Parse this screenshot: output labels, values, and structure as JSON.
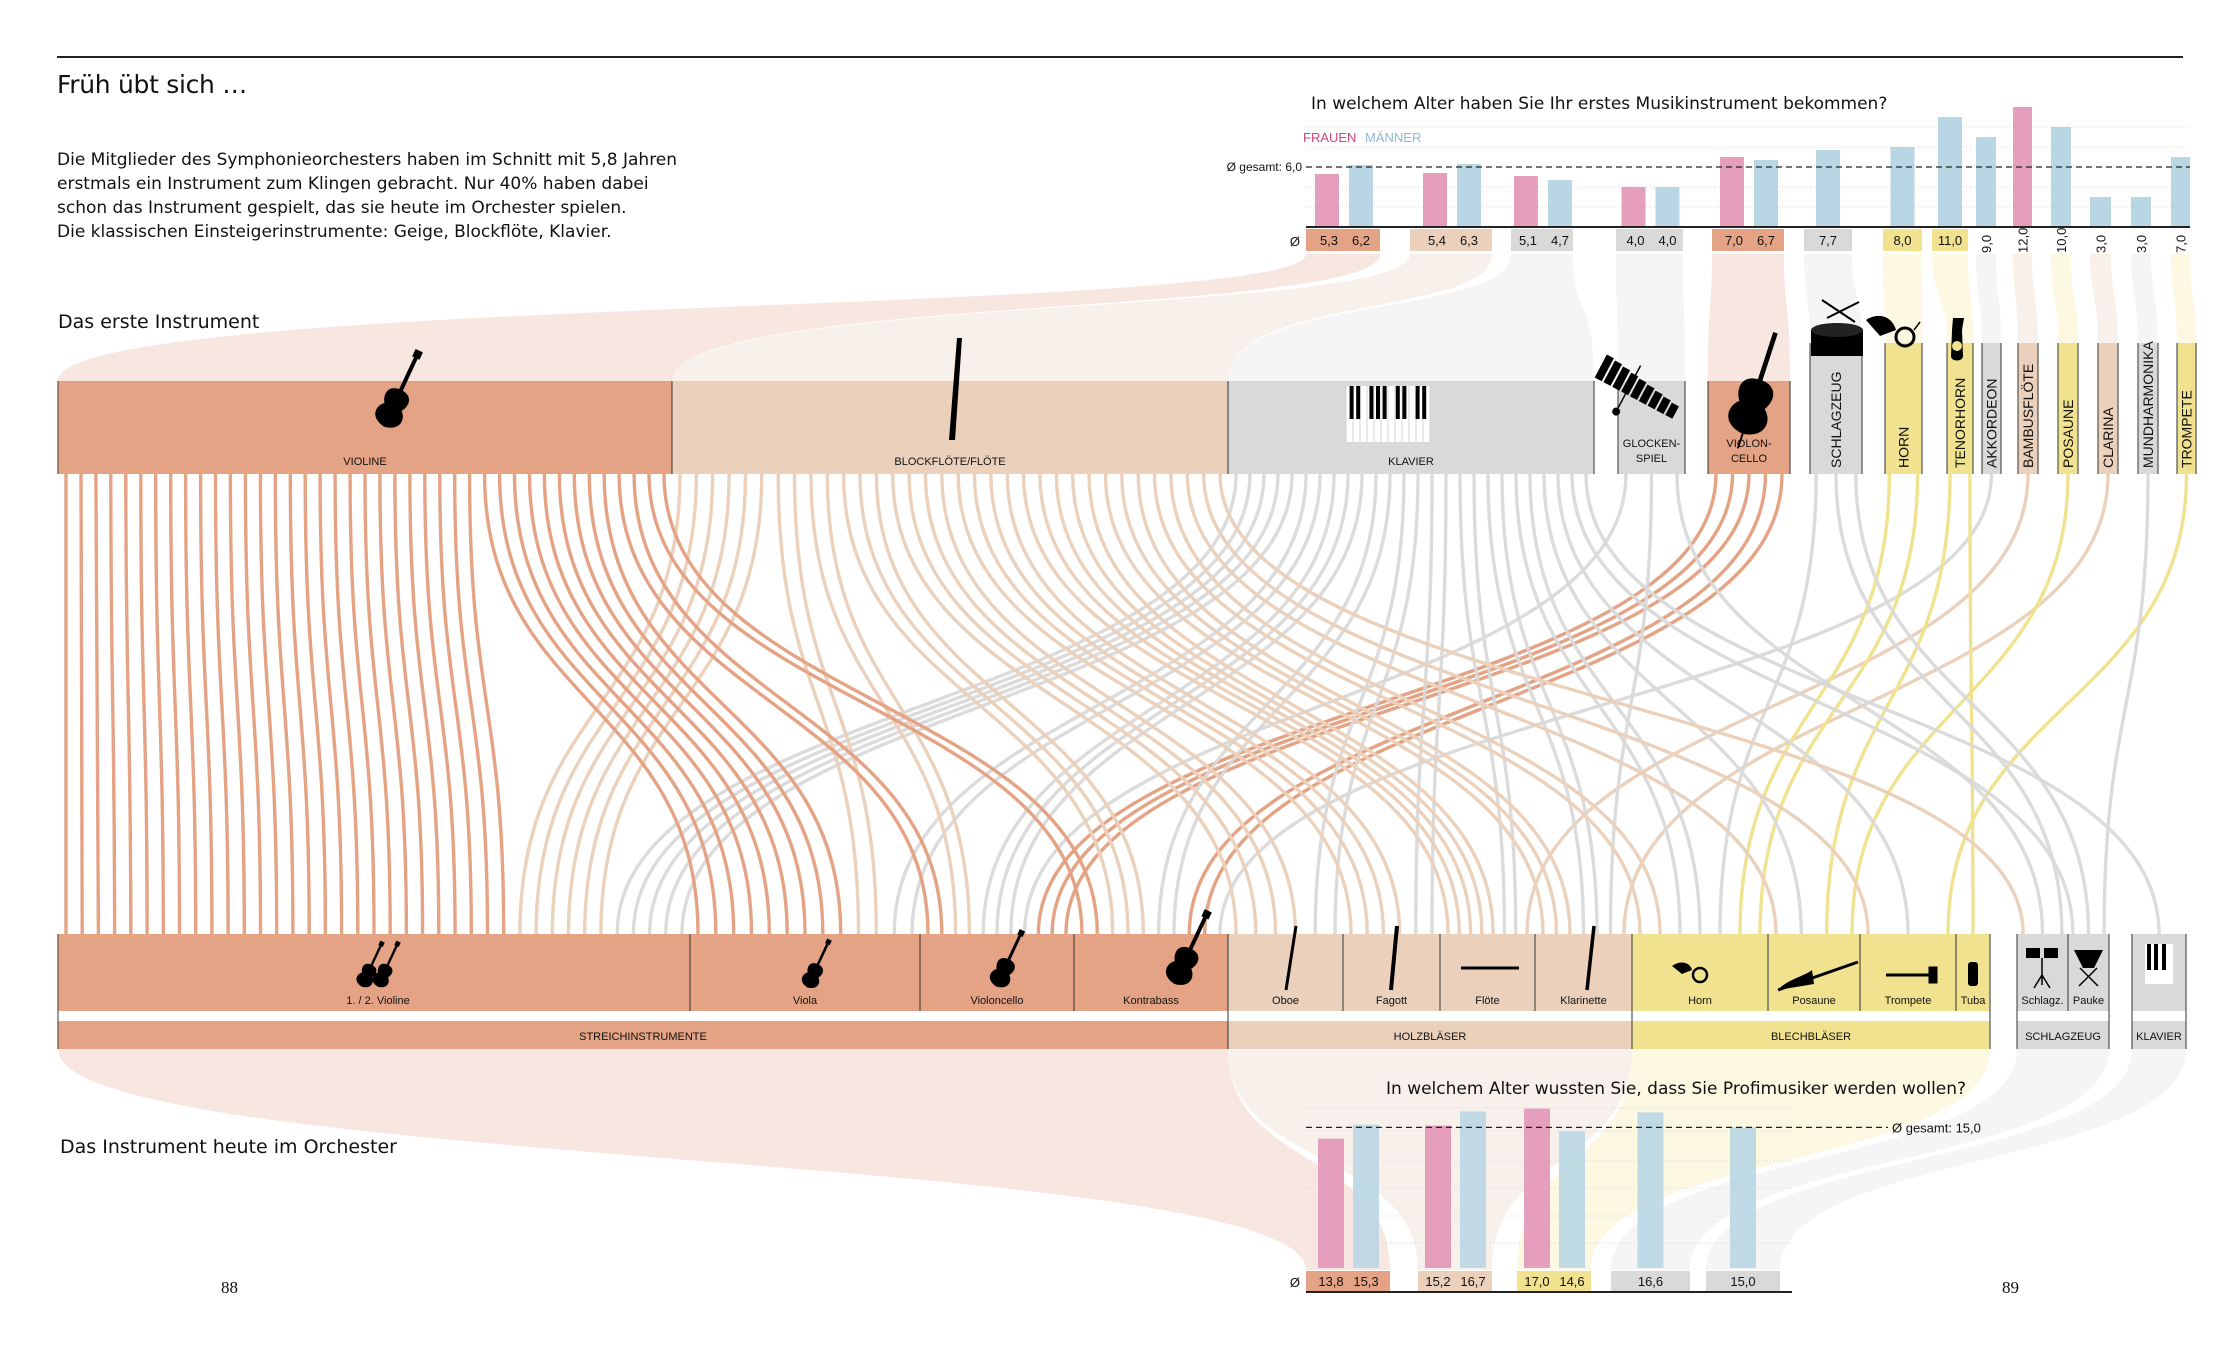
{
  "page": {
    "title": "Früh übt sich …",
    "intro_lines": [
      "Die Mitglieder des Symphonieorchesters haben im Schnitt mit 5,8 Jahren",
      "erstmals ein Instrument zum Klingen gebracht. Nur 40% haben dabei",
      "schon das Instrument gespielt, das sie heute im Orchester spielen.",
      "Die klassischen Einsteigerinstrumente: Geige, Blockflöte, Klavier."
    ],
    "section_first": "Das erste Instrument",
    "section_today": "Das Instrument heute im Orchester",
    "page_left": "88",
    "page_right": "89"
  },
  "colors": {
    "strings": "#e4a384",
    "woodwind": "#ebd1bb",
    "brass": "#f0e28e",
    "gray": "#d9d9d9",
    "frauen": "#e59ebc",
    "maenner": "#b9d6e4",
    "frauen_text": "#c9457f",
    "maenner_text": "#8fb8cf"
  },
  "chart_data": [
    {
      "type": "bar",
      "title": "In welchem Alter haben Sie Ihr erstes Musikinstrument bekommen?",
      "legend": [
        "FRAUEN",
        "MÄNNER"
      ],
      "mean_label": "Ø gesamt: 6,0",
      "mean": 6.0,
      "avg_symbol": "Ø",
      "ylim": [
        0,
        12
      ],
      "groups": [
        {
          "instrument": "VIOLINE",
          "category": "strings",
          "frauen": 5.3,
          "maenner": 6.2,
          "labels": [
            "5,3",
            "6,2"
          ]
        },
        {
          "instrument": "BLOCKFLÖTE/FLÖTE",
          "category": "woodwind",
          "frauen": 5.4,
          "maenner": 6.3,
          "labels": [
            "5,4",
            "6,3"
          ]
        },
        {
          "instrument": "KLAVIER",
          "category": "gray",
          "frauen": 5.1,
          "maenner": 4.7,
          "labels": [
            "5,1",
            "4,7"
          ]
        },
        {
          "instrument": "GLOCKENSPIEL",
          "category": "gray",
          "frauen": 4.0,
          "maenner": 4.0,
          "labels": [
            "4,0",
            "4,0"
          ]
        },
        {
          "instrument": "VIOLONCELLO",
          "category": "strings",
          "frauen": 7.0,
          "maenner": 6.7,
          "labels": [
            "7,0",
            "6,7"
          ]
        },
        {
          "instrument": "SCHLAGZEUG",
          "category": "gray",
          "frauen": null,
          "maenner": 7.7,
          "labels": [
            "7,7"
          ]
        },
        {
          "instrument": "HORN",
          "category": "brass",
          "frauen": null,
          "maenner": 8.0,
          "labels": [
            "8,0"
          ]
        },
        {
          "instrument": "TENORHORN",
          "category": "brass",
          "frauen": null,
          "maenner": 11.0,
          "labels": [
            "11,0"
          ]
        },
        {
          "instrument": "AKKORDEON",
          "category": "gray",
          "frauen": null,
          "maenner": 9.0,
          "labels": [
            "9,0"
          ]
        },
        {
          "instrument": "BAMBUSFLÖTE",
          "category": "woodwind",
          "frauen": 12.0,
          "maenner": null,
          "labels": [
            "12,0"
          ]
        },
        {
          "instrument": "POSAUNE",
          "category": "brass",
          "frauen": null,
          "maenner": 10.0,
          "labels": [
            "10,0"
          ]
        },
        {
          "instrument": "CLARINA",
          "category": "woodwind",
          "frauen": null,
          "maenner": 3.0,
          "labels": [
            "3,0"
          ]
        },
        {
          "instrument": "MUNDHARMONIKA",
          "category": "gray",
          "frauen": null,
          "maenner": 3.0,
          "labels": [
            "3,0"
          ]
        },
        {
          "instrument": "TROMPETE",
          "category": "brass",
          "frauen": null,
          "maenner": 7.0,
          "labels": [
            "7,0"
          ]
        }
      ]
    },
    {
      "type": "bar",
      "title": "In welchem Alter wussten Sie, dass Sie Profimusiker werden wollen?",
      "mean_label": "Ø gesamt: 15,0",
      "mean": 15.0,
      "avg_symbol": "Ø",
      "ylim": [
        0,
        18
      ],
      "groups": [
        {
          "group": "STREICHINSTRUMENTE",
          "category": "strings",
          "frauen": 13.8,
          "maenner": 15.3,
          "labels": [
            "13,8",
            "15,3"
          ]
        },
        {
          "group": "HOLZBLÄSER",
          "category": "woodwind",
          "frauen": 15.2,
          "maenner": 16.7,
          "labels": [
            "15,2",
            "16,7"
          ]
        },
        {
          "group": "BLECHBLÄSER",
          "category": "brass",
          "frauen": 17.0,
          "maenner": 14.6,
          "labels": [
            "17,0",
            "14,6"
          ]
        },
        {
          "group": "SCHLAGZEUG",
          "category": "gray",
          "frauen": null,
          "maenner": 16.6,
          "labels": [
            "16,6"
          ]
        },
        {
          "group": "KLAVIER",
          "category": "gray",
          "frauen": null,
          "maenner": 15.0,
          "labels": [
            "15,0"
          ]
        }
      ]
    },
    {
      "type": "sankey",
      "title": "Das erste Instrument → Das Instrument heute im Orchester",
      "sources": [
        {
          "label": "VIOLINE",
          "category": "strings",
          "icon": "violin-icon"
        },
        {
          "label": "BLOCKFLÖTE/FLÖTE",
          "category": "woodwind",
          "icon": "recorder-icon"
        },
        {
          "label": "KLAVIER",
          "category": "gray",
          "icon": "piano-keys-icon"
        },
        {
          "label": "GLOCKEN-\nSPIEL",
          "lines": [
            "GLOCKEN-",
            "SPIEL"
          ],
          "category": "gray",
          "icon": "glockenspiel-icon"
        },
        {
          "label": "VIOLON-\nCELLO",
          "lines": [
            "VIOLON-",
            "CELLO"
          ],
          "category": "strings",
          "icon": "cello-icon"
        },
        {
          "label": "SCHLAGZEUG",
          "category": "gray",
          "icon": "drum-icon",
          "vertical": true
        },
        {
          "label": "HORN",
          "category": "brass",
          "icon": "horn-icon",
          "vertical": true
        },
        {
          "label": "TENORHORN",
          "category": "brass",
          "icon": "tenorhorn-icon",
          "vertical": true
        },
        {
          "label": "AKKORDEON",
          "category": "gray",
          "vertical": true
        },
        {
          "label": "BAMBUSFLÖTE",
          "category": "woodwind",
          "vertical": true
        },
        {
          "label": "POSAUNE",
          "category": "brass",
          "vertical": true
        },
        {
          "label": "CLARINA",
          "category": "woodwind",
          "vertical": true
        },
        {
          "label": "MUNDHARMONIKA",
          "category": "gray",
          "vertical": true
        },
        {
          "label": "TROMPETE",
          "category": "brass",
          "vertical": true
        }
      ],
      "targets": [
        {
          "label": "1. / 2. Violine",
          "group": "STREICHINSTRUMENTE",
          "icon": "two-violins-icon"
        },
        {
          "label": "Viola",
          "group": "STREICHINSTRUMENTE",
          "icon": "viola-icon"
        },
        {
          "label": "Violoncello",
          "group": "STREICHINSTRUMENTE",
          "icon": "cello-icon"
        },
        {
          "label": "Kontrabass",
          "group": "STREICHINSTRUMENTE",
          "icon": "double-bass-icon"
        },
        {
          "label": "Oboe",
          "group": "HOLZBLÄSER",
          "icon": "oboe-icon"
        },
        {
          "label": "Fagott",
          "group": "HOLZBLÄSER",
          "icon": "bassoon-icon"
        },
        {
          "label": "Flöte",
          "group": "HOLZBLÄSER",
          "icon": "flute-icon"
        },
        {
          "label": "Klarinette",
          "group": "HOLZBLÄSER",
          "icon": "clarinet-icon"
        },
        {
          "label": "Horn",
          "group": "BLECHBLÄSER",
          "icon": "horn-icon"
        },
        {
          "label": "Posaune",
          "group": "BLECHBLÄSER",
          "icon": "trombone-icon"
        },
        {
          "label": "Trompete",
          "group": "BLECHBLÄSER",
          "icon": "trumpet-icon"
        },
        {
          "label": "Tuba",
          "group": "BLECHBLÄSER",
          "icon": "tuba-icon"
        },
        {
          "label": "Schlagz.",
          "group": "SCHLAGZEUG",
          "icon": "drum-kit-icon"
        },
        {
          "label": "Pauke",
          "group": "SCHLAGZEUG",
          "icon": "timpani-icon"
        },
        {
          "label": "",
          "group": "KLAVIER",
          "icon": "piano-keys-icon"
        }
      ],
      "groups": [
        {
          "label": "STREICHINSTRUMENTE",
          "category": "strings"
        },
        {
          "label": "HOLZBLÄSER",
          "category": "woodwind"
        },
        {
          "label": "BLECHBLÄSER",
          "category": "brass"
        },
        {
          "label": "SCHLAGZEUG",
          "category": "gray"
        },
        {
          "label": "KLAVIER",
          "category": "gray"
        }
      ],
      "flows": [
        {
          "from": "VIOLINE",
          "to": "1. / 2. Violine",
          "count": 28
        },
        {
          "from": "VIOLINE",
          "to": "Viola",
          "count": 9
        },
        {
          "from": "VIOLINE",
          "to": "Violoncello",
          "count": 2
        },
        {
          "from": "VIOLINE",
          "to": "Kontrabass",
          "count": 2
        },
        {
          "from": "BLOCKFLÖTE/FLÖTE",
          "to": "1. / 2. Violine",
          "count": 6
        },
        {
          "from": "BLOCKFLÖTE/FLÖTE",
          "to": "Viola",
          "count": 2
        },
        {
          "from": "BLOCKFLÖTE/FLÖTE",
          "to": "Violoncello",
          "count": 2
        },
        {
          "from": "BLOCKFLÖTE/FLÖTE",
          "to": "Kontrabass",
          "count": 3
        },
        {
          "from": "BLOCKFLÖTE/FLÖTE",
          "to": "Oboe",
          "count": 4
        },
        {
          "from": "BLOCKFLÖTE/FLÖTE",
          "to": "Fagott",
          "count": 4
        },
        {
          "from": "BLOCKFLÖTE/FLÖTE",
          "to": "Flöte",
          "count": 5
        },
        {
          "from": "BLOCKFLÖTE/FLÖTE",
          "to": "Klarinette",
          "count": 3
        },
        {
          "from": "BLOCKFLÖTE/FLÖTE",
          "to": "Horn",
          "count": 2
        },
        {
          "from": "BLOCKFLÖTE/FLÖTE",
          "to": "Posaune",
          "count": 1
        },
        {
          "from": "BLOCKFLÖTE/FLÖTE",
          "to": "Trompete",
          "count": 1
        },
        {
          "from": "BLOCKFLÖTE/FLÖTE",
          "to": "Schlagz.",
          "count": 1
        },
        {
          "from": "KLAVIER",
          "to": "1. / 2. Violine",
          "count": 5
        },
        {
          "from": "KLAVIER",
          "to": "Viola",
          "count": 2
        },
        {
          "from": "KLAVIER",
          "to": "Violoncello",
          "count": 3
        },
        {
          "from": "KLAVIER",
          "to": "Kontrabass",
          "count": 2
        },
        {
          "from": "KLAVIER",
          "to": "Oboe",
          "count": 2
        },
        {
          "from": "KLAVIER",
          "to": "Fagott",
          "count": 2
        },
        {
          "from": "KLAVIER",
          "to": "Flöte",
          "count": 2
        },
        {
          "from": "KLAVIER",
          "to": "Klarinette",
          "count": 2
        },
        {
          "from": "KLAVIER",
          "to": "Horn",
          "count": 2
        },
        {
          "from": "KLAVIER",
          "to": "Posaune",
          "count": 1
        },
        {
          "from": "KLAVIER",
          "to": "Trompete",
          "count": 1
        },
        {
          "from": "KLAVIER",
          "to": "Pauke",
          "count": 1
        },
        {
          "from": "KLAVIER",
          "to": "",
          "count": 1
        },
        {
          "from": "GLOCKEN-\nSPIEL",
          "to": "Violoncello",
          "count": 1
        },
        {
          "from": "GLOCKEN-\nSPIEL",
          "to": "Klarinette",
          "count": 1
        },
        {
          "from": "GLOCKEN-\nSPIEL",
          "to": "Schlagz.",
          "count": 1
        },
        {
          "from": "VIOLON-\nCELLO",
          "to": "Violoncello",
          "count": 3
        },
        {
          "from": "VIOLON-\nCELLO",
          "to": "Kontrabass",
          "count": 2
        },
        {
          "from": "SCHLAGZEUG",
          "to": "Schlagz.",
          "count": 1
        },
        {
          "from": "SCHLAGZEUG",
          "to": "Pauke",
          "count": 1
        },
        {
          "from": "SCHLAGZEUG",
          "to": "Horn",
          "count": 1
        },
        {
          "from": "HORN",
          "to": "Horn",
          "count": 2
        },
        {
          "from": "TENORHORN",
          "to": "Posaune",
          "count": 1
        },
        {
          "from": "TENORHORN",
          "to": "Tuba",
          "count": 1
        },
        {
          "from": "AKKORDEON",
          "to": "Kontrabass",
          "count": 1
        },
        {
          "from": "BAMBUSFLÖTE",
          "to": "Flöte",
          "count": 1
        },
        {
          "from": "POSAUNE",
          "to": "Posaune",
          "count": 1
        },
        {
          "from": "CLARINA",
          "to": "Klarinette",
          "count": 1
        },
        {
          "from": "MUNDHARMONIKA",
          "to": "Pauke",
          "count": 1
        },
        {
          "from": "TROMPETE",
          "to": "Trompete",
          "count": 1
        }
      ]
    }
  ]
}
